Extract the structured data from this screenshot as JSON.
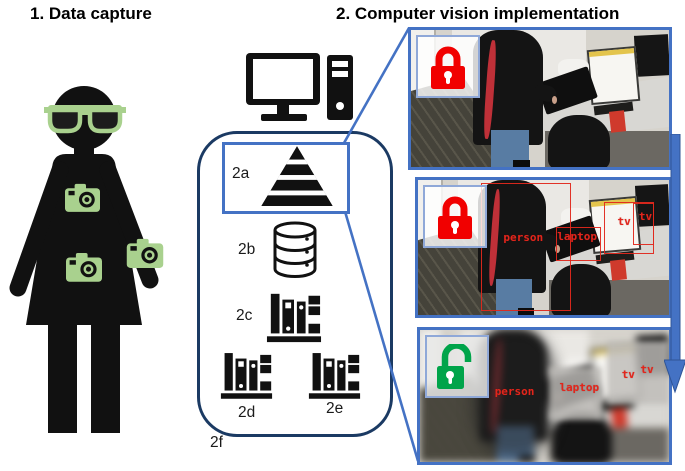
{
  "titles": {
    "data_capture": "1. Data capture",
    "cv_implementation": "2. Computer vision implementation"
  },
  "pipeline": {
    "a": "2a",
    "b": "2b",
    "c": "2c",
    "d": "2d",
    "e": "2e",
    "f": "2f"
  },
  "detections": {
    "person": "person",
    "laptop": "laptop",
    "tv": "tv"
  },
  "photos": [
    {
      "name": "raw-footage",
      "lock_state": "locked"
    },
    {
      "name": "object-detection",
      "lock_state": "locked"
    },
    {
      "name": "anonymized-blurred",
      "lock_state": "unlocked"
    }
  ],
  "icons": [
    "glasses-icon",
    "camera-icon",
    "desktop-computer-icon",
    "pyramid-icon",
    "database-icon",
    "bookshelf-icon",
    "padlock-locked-icon",
    "padlock-unlocked-icon",
    "down-arrow-icon"
  ],
  "colors": {
    "accent_blue": "#4472C4",
    "outline_navy": "#1B3A63",
    "light_green": "#A9D18E",
    "lock_red": "#F10000",
    "lock_green": "#00A44A",
    "detection_red": "#E2261C"
  }
}
